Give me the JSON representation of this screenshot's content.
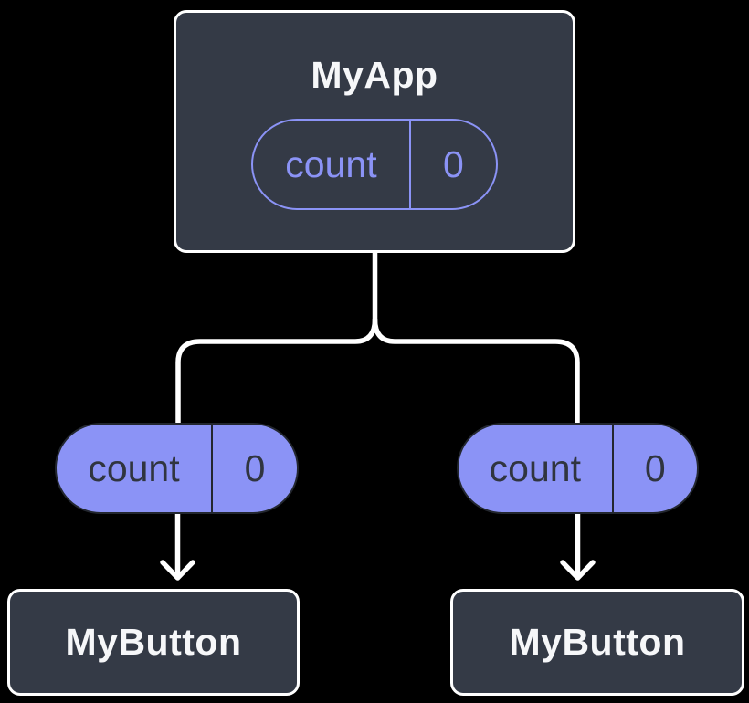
{
  "colors": {
    "background": "#000000",
    "node_fill": "#343A46",
    "node_border": "#FFFFFF",
    "node_text": "#F6F7F9",
    "accent": "#8B93F6",
    "accent_text_dark": "#30353F",
    "pill_stroke_dark": "#23272F",
    "connector": "#FFFFFF"
  },
  "root": {
    "title": "MyApp",
    "state_pill": {
      "label": "count",
      "value": "0"
    }
  },
  "left_branch": {
    "prop_pill": {
      "label": "count",
      "value": "0"
    },
    "node_title": "MyButton"
  },
  "right_branch": {
    "prop_pill": {
      "label": "count",
      "value": "0"
    },
    "node_title": "MyButton"
  }
}
